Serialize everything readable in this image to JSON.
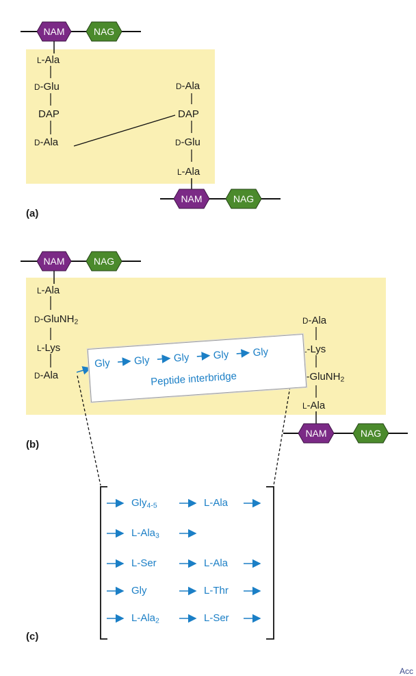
{
  "a": {
    "label": "(a)",
    "top_sugars": [
      "NAM",
      "NAG"
    ],
    "bottom_sugars": [
      "NAM",
      "NAG"
    ],
    "left_chain": [
      {
        "prefix": "L",
        "name": "-Ala"
      },
      {
        "prefix": "D",
        "name": "-Glu"
      },
      {
        "prefix": "",
        "name": "DAP"
      },
      {
        "prefix": "D",
        "name": "-Ala"
      }
    ],
    "right_chain": [
      {
        "prefix": "D",
        "name": "-Ala"
      },
      {
        "prefix": "",
        "name": "DAP"
      },
      {
        "prefix": "D",
        "name": "-Glu"
      },
      {
        "prefix": "L",
        "name": "-Ala"
      }
    ]
  },
  "b": {
    "label": "(b)",
    "top_sugars": [
      "NAM",
      "NAG"
    ],
    "bottom_sugars": [
      "NAM",
      "NAG"
    ],
    "left_chain": [
      {
        "prefix": "L",
        "name": "-Ala"
      },
      {
        "prefix": "D",
        "name": "-GluNH",
        "sub": "2"
      },
      {
        "prefix": "L",
        "name": "-Lys"
      },
      {
        "prefix": "D",
        "name": "-Ala"
      }
    ],
    "right_chain": [
      {
        "prefix": "D",
        "name": "-Ala"
      },
      {
        "prefix": "L",
        "name": "-Lys"
      },
      {
        "prefix": "D",
        "name": "-GluNH",
        "sub": "2"
      },
      {
        "prefix": "L",
        "name": "-Ala"
      }
    ],
    "bridge_residues": [
      "Gly",
      "Gly",
      "Gly",
      "Gly",
      "Gly"
    ],
    "bridge_label": "Peptide interbridge"
  },
  "c": {
    "label": "(c)",
    "rows": [
      {
        "first": "Gly",
        "first_sub": "4-5",
        "second": "L-Ala"
      },
      {
        "first": "L-Ala",
        "first_sub": "3",
        "second": ""
      },
      {
        "first": "L-Ser",
        "first_sub": "",
        "second": "L-Ala"
      },
      {
        "first": "Gly",
        "first_sub": "",
        "second": "L-Thr"
      },
      {
        "first": "L-Ala",
        "first_sub": "2",
        "second": "L-Ser"
      }
    ]
  },
  "watermark": "Acc",
  "colors": {
    "panel": "#faf0b4",
    "nam": "#7b2a86",
    "nag": "#4b8a2c",
    "interbridge": "#1b7fc6"
  }
}
